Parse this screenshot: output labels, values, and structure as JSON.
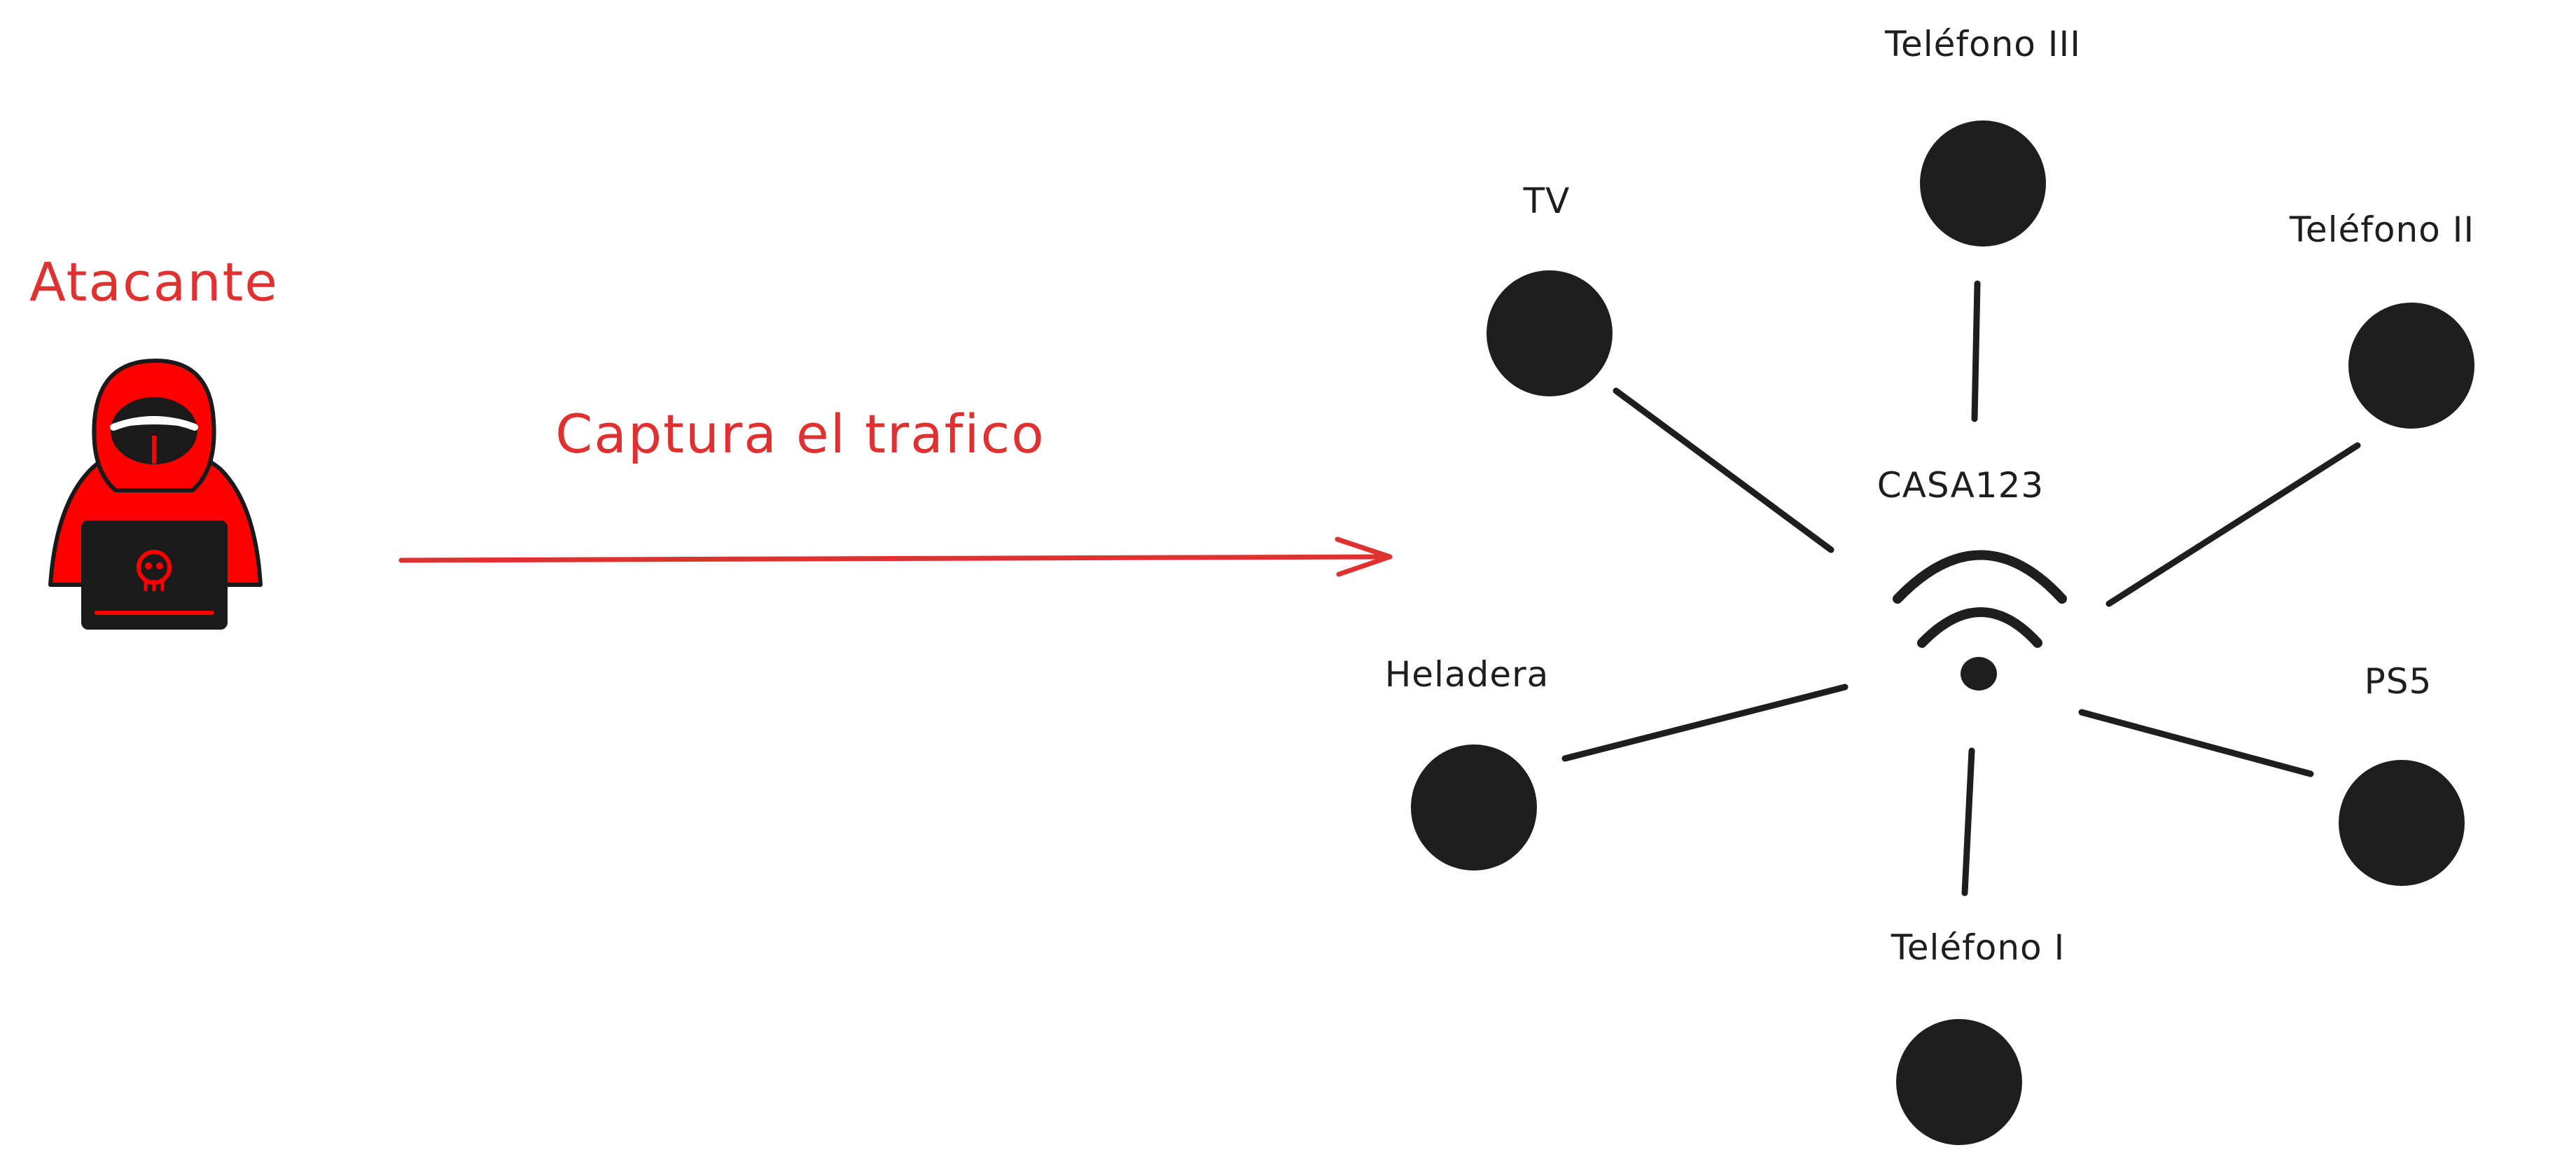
{
  "colors": {
    "accent": "#e03131",
    "ink": "#1e1e1e",
    "hood": "#ff0000",
    "hood_dark": "#1a1a1a",
    "background": "#ffffff"
  },
  "attacker": {
    "label": "Atacante",
    "icon": "hacker-icon"
  },
  "arrow": {
    "label": "Captura el trafico"
  },
  "router": {
    "label": "CASA123",
    "icon": "wifi-icon"
  },
  "devices": {
    "tv": "TV",
    "phone_3": "Teléfono III",
    "phone_2": "Teléfono II",
    "fridge": "Heladera",
    "ps5": "PS5",
    "phone_1": "Teléfono I"
  }
}
